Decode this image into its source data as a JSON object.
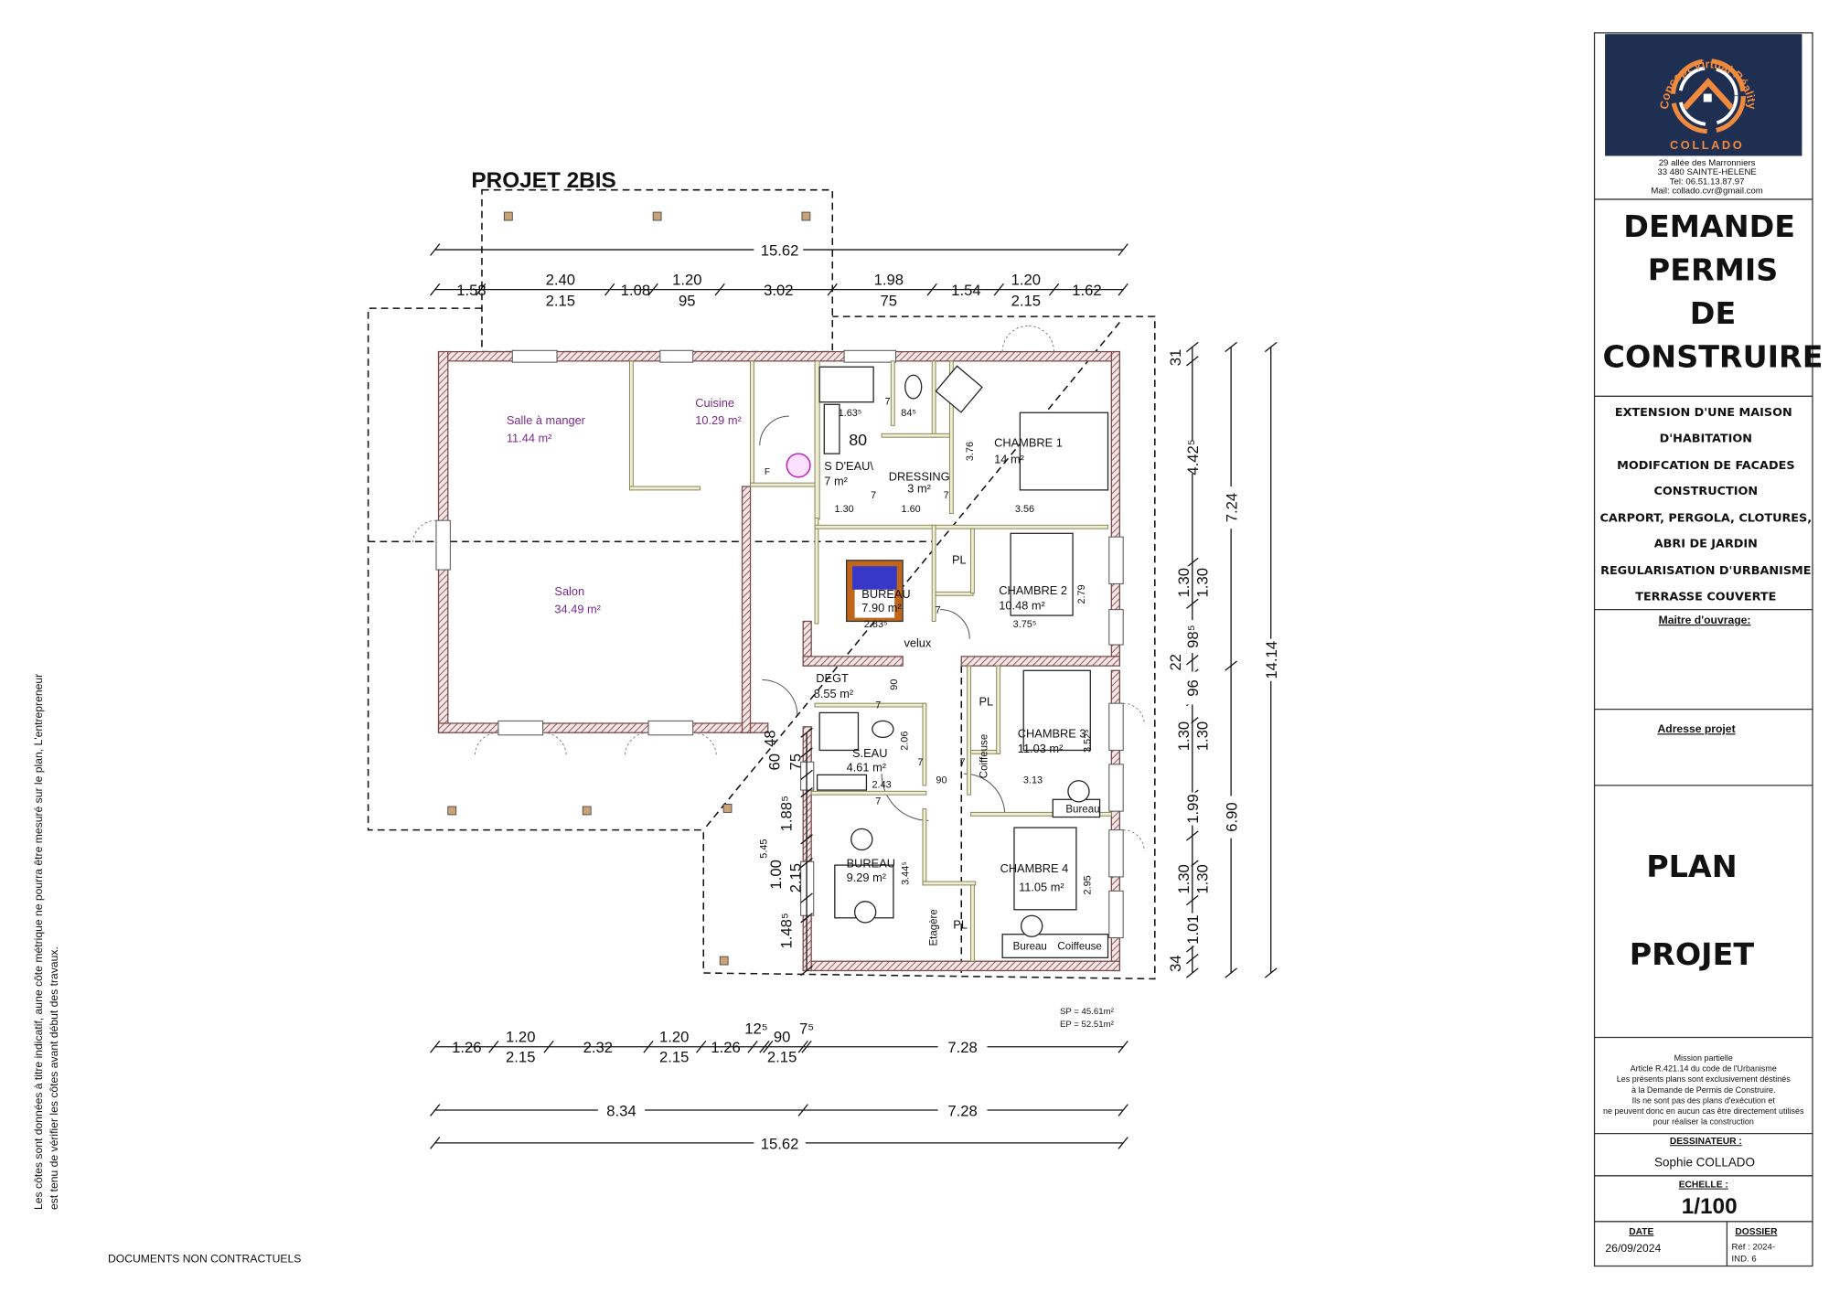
{
  "plan": {
    "title": "PROJET 2BIS",
    "rooms": [
      {
        "name": "Salle à manger",
        "area": "11.44 m²"
      },
      {
        "name": "Cuisine",
        "area": "10.29 m²"
      },
      {
        "name": "Salon",
        "area": "34.49 m²"
      },
      {
        "name": "S D'EAU\\",
        "area": "7 m²"
      },
      {
        "name": "DRESSING",
        "area": "3 m²"
      },
      {
        "name": "CHAMBRE 1",
        "area": "14 m²"
      },
      {
        "name": "BUREAU",
        "area": "7.90 m²"
      },
      {
        "name": "CHAMBRE 2",
        "area": "10.48 m²"
      },
      {
        "name": "DEGT",
        "area": "8.55 m²"
      },
      {
        "name": "S.EAU",
        "area": "4.61 m²"
      },
      {
        "name": "CHAMBRE 3",
        "area": "11.03 m²"
      },
      {
        "name": "BUREAU",
        "area": "9.29 m²"
      },
      {
        "name": "CHAMBRE 4",
        "area": "11.05 m²"
      }
    ],
    "fixtures": [
      "80",
      "F",
      "velux",
      "PL",
      "PL",
      "PL",
      "Coiffeuse",
      "Bureau",
      "Etagère",
      "Bureau",
      "Coiffeuse"
    ],
    "dims": {
      "top_total": "15.62",
      "top_chain": [
        {
          "a": "1.58"
        },
        {
          "a": "2.40",
          "b": "2.15"
        },
        {
          "a": "1.08"
        },
        {
          "a": "1.20",
          "b": "95"
        },
        {
          "a": "3.02"
        },
        {
          "a": "1.98",
          "b": "75"
        },
        {
          "a": "1.54"
        },
        {
          "a": "1.20",
          "b": "2.15"
        },
        {
          "a": "1.62"
        }
      ],
      "bottom_chain": [
        {
          "a": "1.26"
        },
        {
          "a": "1.20",
          "b": "2.15"
        },
        {
          "a": "2.32"
        },
        {
          "a": "1.20",
          "b": "2.15"
        },
        {
          "a": "1.26"
        },
        {
          "a": "12⁵"
        },
        {
          "a": "90",
          "b": "2.15"
        },
        {
          "a": "7⁵"
        },
        {
          "a": "7.28"
        }
      ],
      "bottom_mid": [
        "8.34",
        "7.28"
      ],
      "bottom_total": "15.62",
      "right_chain": [
        {
          "a": "31"
        },
        {
          "a": "4.42⁵"
        },
        {
          "a": "1.30",
          "b": "1.30"
        },
        {
          "a": "98⁵"
        },
        {
          "a": "22"
        },
        {
          "a": "96"
        },
        {
          "a": "1.30",
          "b": "1.30"
        },
        {
          "a": "1.99"
        },
        {
          "a": "1.30",
          "b": "1.30"
        },
        {
          "a": "1.01"
        },
        {
          "a": "34"
        }
      ],
      "right_mid": [
        "7.24",
        "6.90"
      ],
      "right_total": "14.14",
      "inner": [
        "1.63⁵",
        "84⁵",
        "7",
        "7",
        "7",
        "1.30",
        "1.60",
        "3.56",
        "3.76",
        "2.83⁵",
        "7",
        "3.75⁵",
        "2.79",
        "90",
        "7",
        "2.06",
        "2.43",
        "7",
        "90",
        "7",
        "3.13",
        "3.52⁵",
        "3.44⁵",
        "2.95",
        "7",
        "5.45",
        "48",
        "60",
        "75",
        "1.88⁵",
        "1.00",
        "2.15",
        "1.48⁵"
      ]
    },
    "surfaces": {
      "sp": "SP = 45.61m²",
      "ep": "EP = 52.51m²"
    }
  },
  "notes": {
    "side_line1": "Les côtes sont données à titre indicatif, aune côte métrique ne pourra être mesuré sur le plan, L'entrepreneur",
    "side_line2": "est tenu de vérifier les côtes avant début des travaux.",
    "footer": "DOCUMENTS NON CONTRACTUELS"
  },
  "title_block": {
    "logo": {
      "arc_text": "Concept Virtual Réality",
      "name": "COLLADO"
    },
    "address": [
      "29 allée des Marronniers",
      "33 480   SAINTE-HELENE",
      "Tel:        06.51.13.87.97",
      "Mail: collado.cvr@gmail.com"
    ],
    "heading": [
      "DEMANDE",
      "PERMIS",
      "DE",
      "CONSTRUIRE"
    ],
    "description": [
      "EXTENSION D'UNE MAISON",
      "D'HABITATION",
      "MODIFCATION DE FACADES",
      "CONSTRUCTION",
      "CARPORT, PERGOLA, CLOTURES,",
      "ABRI DE JARDIN",
      "REGULARISATION D'URBANISME",
      "TERRASSE COUVERTE"
    ],
    "maitre_label": "Maitre d'ouvrage:",
    "adresse_label": "Adresse projet",
    "plan_type": [
      "PLAN",
      "PROJET"
    ],
    "mission": [
      "Mission partielle",
      "Article R.421.14 du code de l'Urbanisme",
      "Les présents plans sont exclusivement déstinés",
      "à la Demande de Permis de Construire.",
      "Ils ne sont pas des plans d'exécution et",
      "ne peuvent donc en aucun cas être directement utilisés",
      "pour réaliser la construction"
    ],
    "dessinateur_label": "DESSINATEUR :",
    "dessinateur": "Sophie COLLADO",
    "echelle_label": "ECHELLE :",
    "echelle": "1/100",
    "date_label": "DATE",
    "date": "26/09/2024",
    "dossier_label": "DOSSIER",
    "dossier_ref": "Réf : 2024-",
    "dossier_ind": "IND. 6"
  },
  "colors": {
    "logo_bg": "#1f2f52",
    "logo_accent": "#f08a3c",
    "wall": "#7a4a4a",
    "room_label_left": "#7a2a8a",
    "partition": "#efeed0"
  }
}
